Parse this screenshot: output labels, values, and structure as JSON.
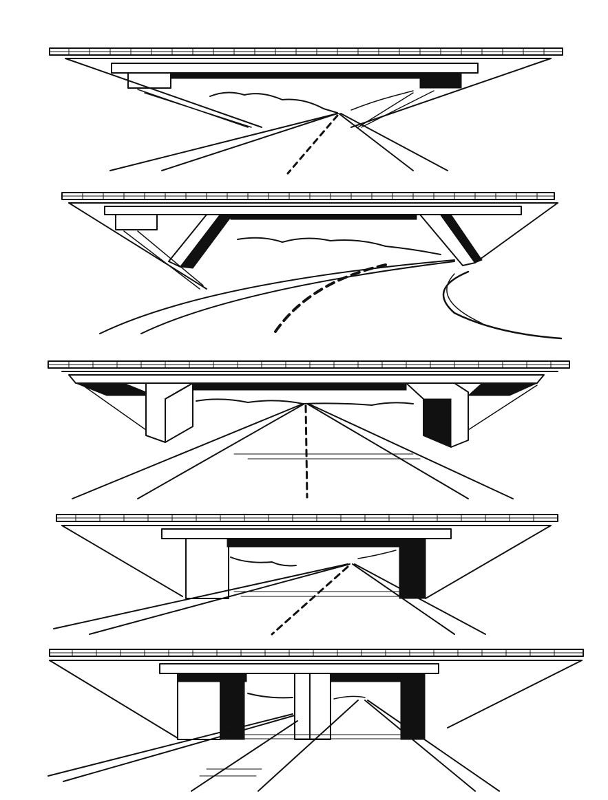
{
  "figure": {
    "kind": "overpass-structure-sketches",
    "ink_color": "#111111",
    "paper_color": "#ffffff",
    "panels": [
      {
        "id": "p1",
        "structure": "single-span-deck-on-abutments",
        "road": "straight",
        "piers": 0
      },
      {
        "id": "p2",
        "structure": "inclined-leg-frame",
        "road": "curved-left",
        "piers": 0
      },
      {
        "id": "p3",
        "structure": "rigid-frame-haunched-corners",
        "road": "straight",
        "piers": 0
      },
      {
        "id": "p4",
        "structure": "deck-on-wall-abutments",
        "road": "straight",
        "piers": 0
      },
      {
        "id": "p5",
        "structure": "two-span-with-center-pier",
        "road": "divided",
        "piers": 1
      }
    ]
  }
}
